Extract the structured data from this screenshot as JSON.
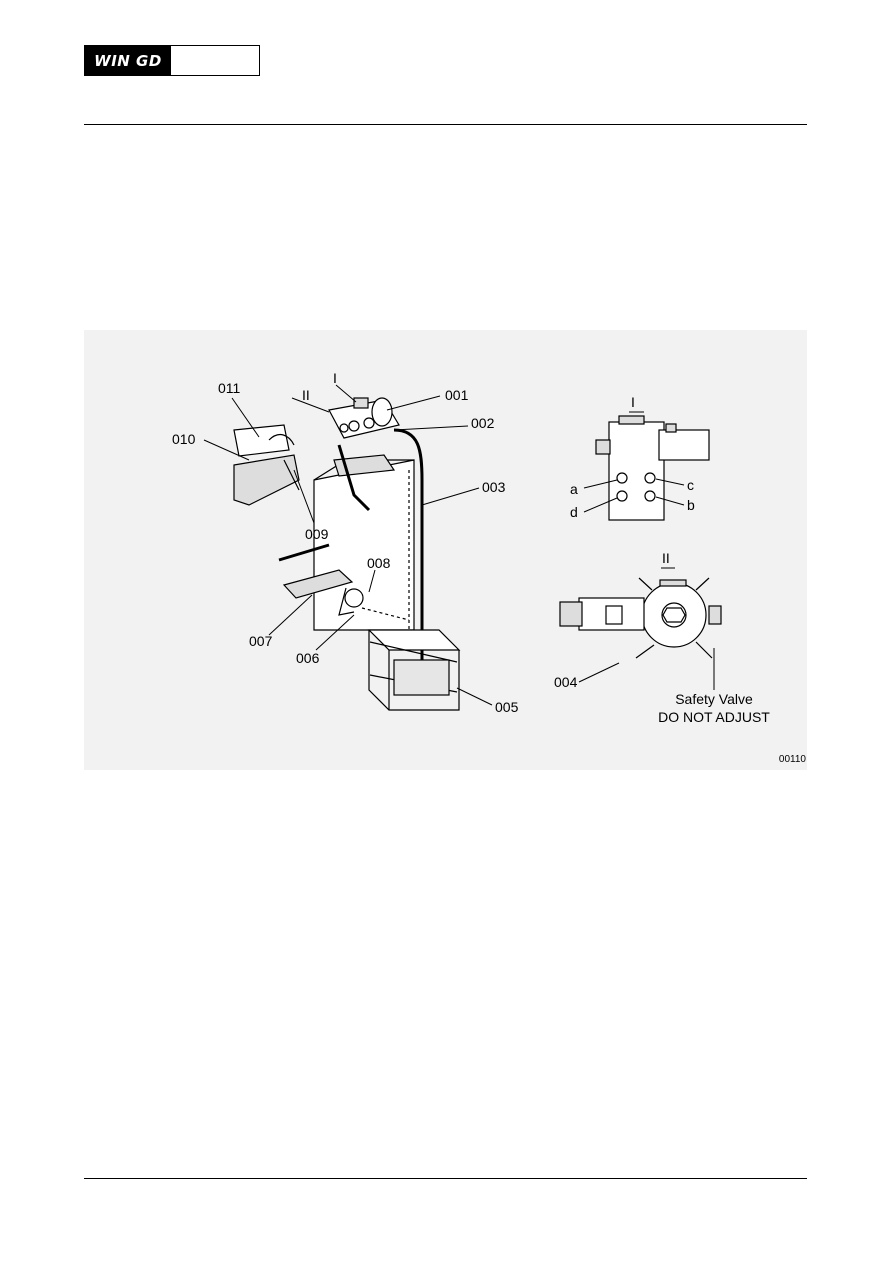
{
  "header": {
    "logo_text": "WIN GD"
  },
  "figure": {
    "id": "00110",
    "callouts": {
      "c001": "001",
      "c002": "002",
      "c003": "003",
      "c004": "004",
      "c005": "005",
      "c006": "006",
      "c007": "007",
      "c008": "008",
      "c009": "009",
      "c010": "010",
      "c011": "011"
    },
    "views": {
      "view1": "I",
      "view2": "II"
    },
    "ports": {
      "a": "a",
      "b": "b",
      "c": "c",
      "d": "d"
    },
    "safety_valve_line1": "Safety Valve",
    "safety_valve_line2": "DO NOT ADJUST"
  },
  "colors": {
    "figure_bg": "#f2f2f2",
    "ink": "#000000"
  }
}
